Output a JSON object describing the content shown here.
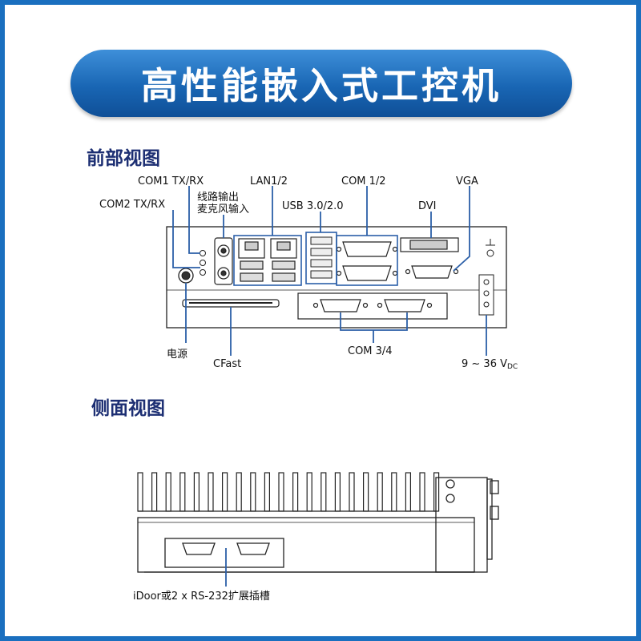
{
  "banner": {
    "title": "高性能嵌入式工控机"
  },
  "front": {
    "heading": "前部视图",
    "labels": {
      "com1_txrx": "COM1 TX/RX",
      "line_out": "线路输出",
      "mic_in": "麦克风输入",
      "com2_txrx": "COM2 TX/RX",
      "lan": "LAN1/2",
      "usb": "USB 3.0/2.0",
      "com12": "COM 1/2",
      "vga": "VGA",
      "dvi": "DVI",
      "power": "电源",
      "cfast": "CFast",
      "com34": "COM 3/4",
      "dc_voltage": "9 ~ 36 V",
      "dc_unit": "DC"
    }
  },
  "side": {
    "heading": "侧面视图",
    "labels": {
      "idoor": "iDoor或2 x RS-232扩展插槽"
    }
  },
  "colors": {
    "accent": "#1a6fbf",
    "callout": "#2b5fa8",
    "heading": "#1d2f73"
  }
}
